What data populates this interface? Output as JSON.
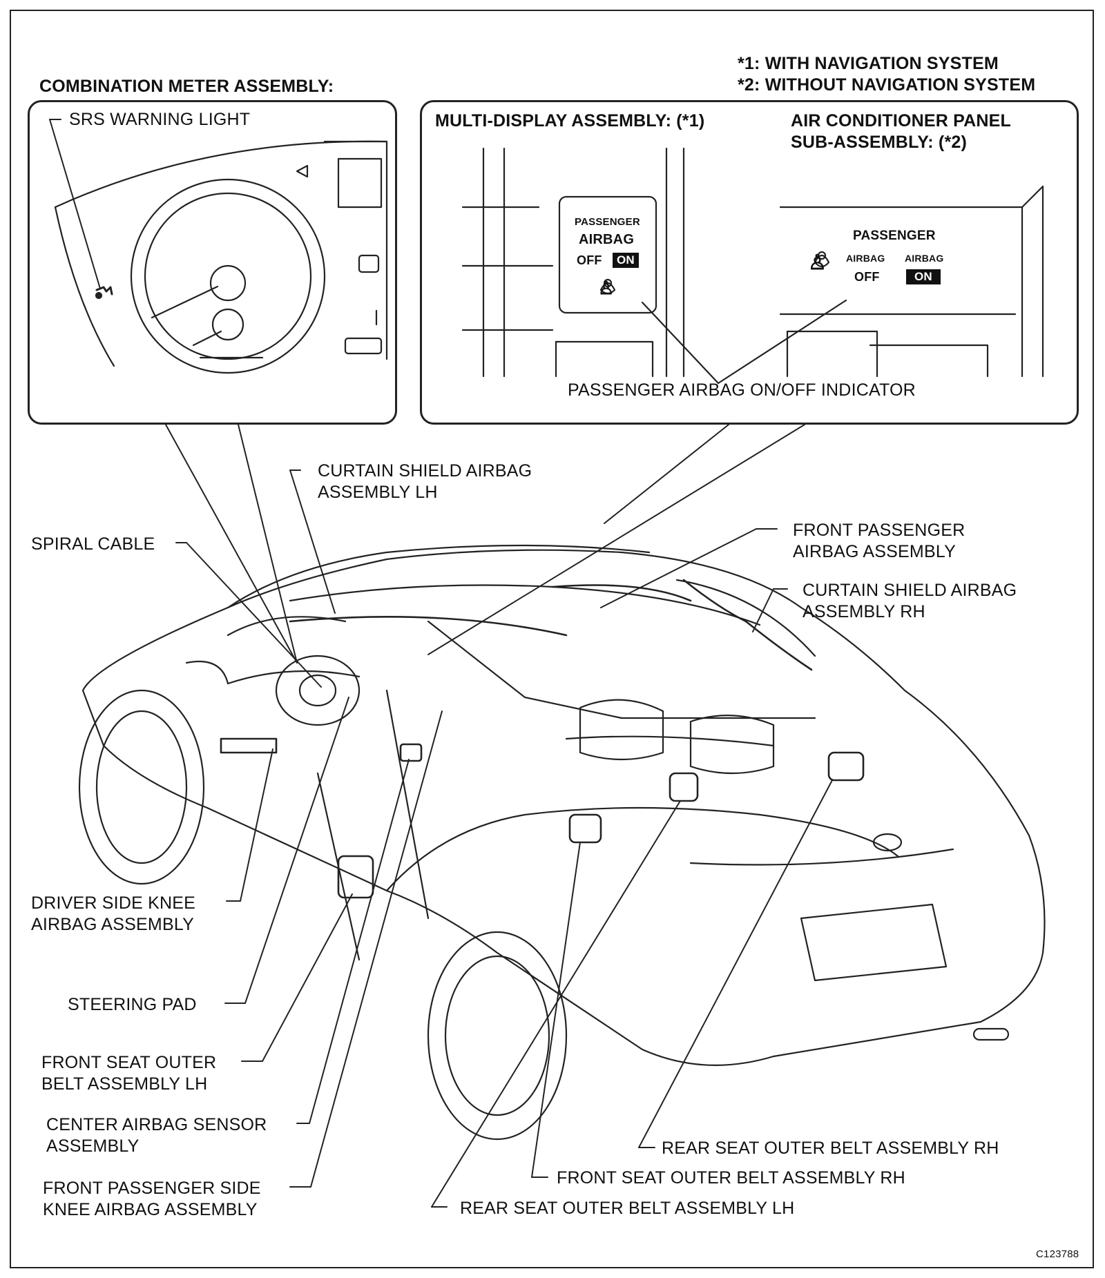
{
  "notes": {
    "note1": "*1: WITH NAVIGATION SYSTEM",
    "note2": "*2: WITHOUT NAVIGATION SYSTEM"
  },
  "insets": {
    "meter_title": "COMBINATION METER ASSEMBLY:",
    "srs_warning_light": "SRS WARNING LIGHT",
    "multi_display_title": "MULTI-DISPLAY ASSEMBLY: (*1)",
    "ac_panel_title_line1": "AIR CONDITIONER PANEL",
    "ac_panel_title_line2": "SUB-ASSEMBLY: (*2)",
    "indicator_label": "PASSENGER AIRBAG ON/OFF INDICATOR",
    "panel1": {
      "line1": "PASSENGER",
      "line2": "AIRBAG",
      "off": "OFF",
      "on": "ON"
    },
    "panel2": {
      "line1": "PASSENGER",
      "airbag_a": "AIRBAG",
      "airbag_b": "AIRBAG",
      "off": "OFF",
      "on": "ON"
    }
  },
  "callouts": {
    "curtain_lh": [
      "CURTAIN SHIELD AIRBAG",
      "ASSEMBLY LH"
    ],
    "spiral_cable": [
      "SPIRAL CABLE"
    ],
    "front_passenger_airbag": [
      "FRONT PASSENGER",
      "AIRBAG ASSEMBLY"
    ],
    "curtain_rh": [
      "CURTAIN SHIELD AIRBAG",
      "ASSEMBLY RH"
    ],
    "driver_knee": [
      "DRIVER SIDE KNEE",
      "AIRBAG ASSEMBLY"
    ],
    "steering_pad": [
      "STEERING PAD"
    ],
    "front_belt_lh": [
      "FRONT SEAT OUTER",
      "BELT ASSEMBLY LH"
    ],
    "center_sensor": [
      "CENTER AIRBAG SENSOR",
      "ASSEMBLY"
    ],
    "passenger_knee": [
      "FRONT PASSENGER SIDE",
      "KNEE AIRBAG ASSEMBLY"
    ],
    "rear_belt_rh": [
      "REAR SEAT OUTER BELT ASSEMBLY RH"
    ],
    "front_belt_rh": [
      "FRONT SEAT OUTER BELT ASSEMBLY RH"
    ],
    "rear_belt_lh": [
      "REAR SEAT OUTER BELT ASSEMBLY LH"
    ]
  },
  "figure_id": "C123788"
}
